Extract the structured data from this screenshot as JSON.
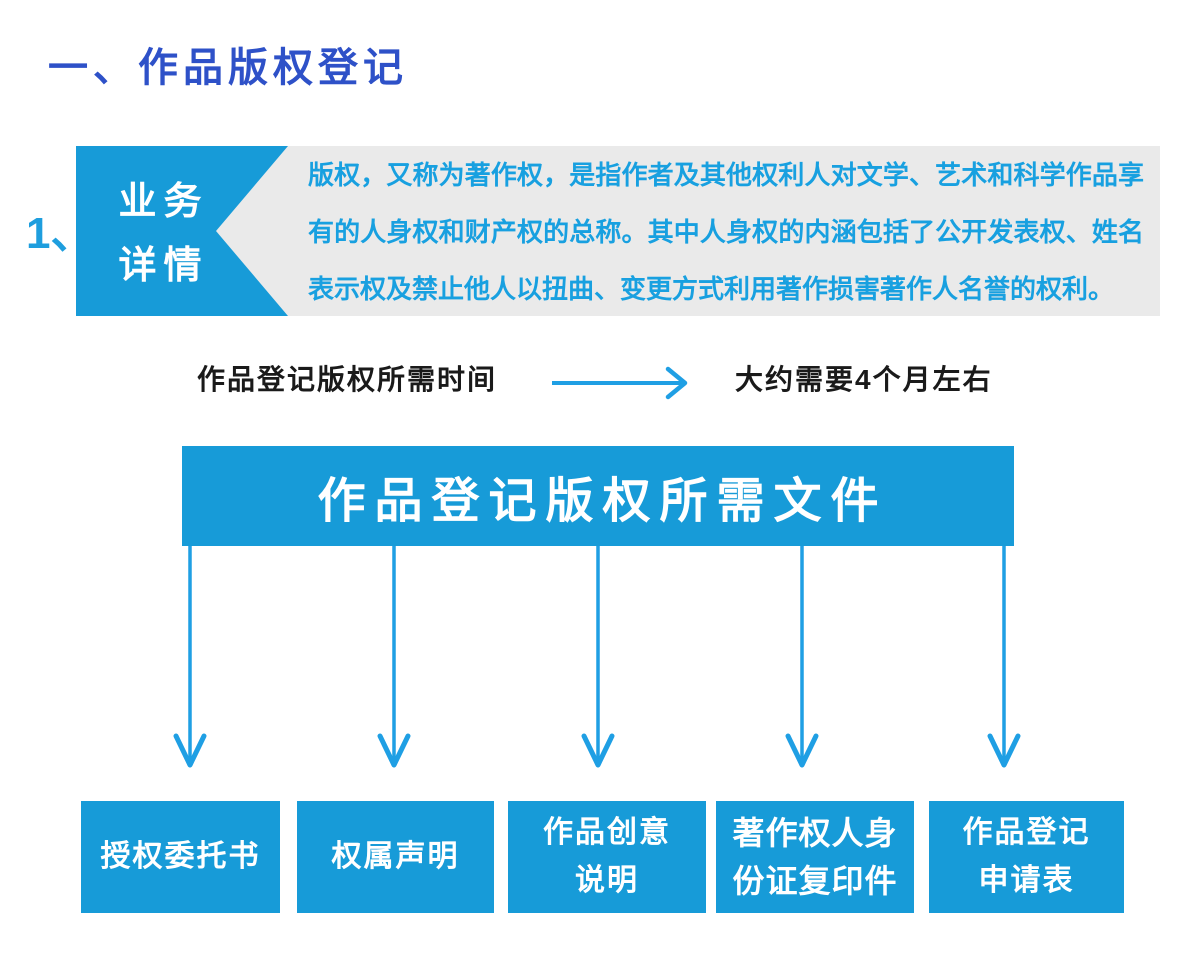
{
  "page": {
    "title": "一、作品版权登记",
    "item_number": "1、"
  },
  "details": {
    "tab_line1": "业务",
    "tab_line2": "详情",
    "lines": [
      "版权，又称为著作权，是指作者及其他权利人对文学、艺术和科学作品享",
      "有的人身权和财产权的总称。其中人身权的内涵包括了公开发表权、姓名",
      "表示权及禁止他人以扭曲、变更方式利用著作损害著作人名誉的权利。"
    ]
  },
  "timeline": {
    "label": "作品登记版权所需时间",
    "value": "大约需要4个月左右"
  },
  "documents": {
    "header": "作品登记版权所需文件",
    "items": [
      {
        "lines": [
          "授权委托书"
        ]
      },
      {
        "lines": [
          "权属声明"
        ]
      },
      {
        "lines": [
          "作品创意",
          "说明"
        ]
      },
      {
        "lines": [
          "著作权人身",
          "份证复印件"
        ]
      },
      {
        "lines": [
          "作品登记",
          "申请表"
        ]
      }
    ]
  },
  "colors": {
    "accent_cyan": "#179BD8",
    "arrow_cyan": "#1F9FE4",
    "body_text_cyan": "#18A0E0",
    "title_blue": "#2E51C8",
    "callout_gray": "#EAEAEA",
    "black_text": "#1A1A1A",
    "white_text": "#FFFFFF"
  }
}
